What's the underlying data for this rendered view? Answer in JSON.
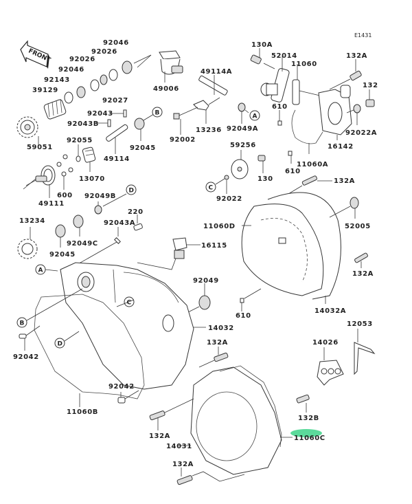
{
  "diagram": {
    "code": "E1431",
    "front_label": "FRONT",
    "highlight_color": "#3ed38a",
    "parts": {
      "p92046a": "92046",
      "p92026a": "92026",
      "p92026b": "92026",
      "p92046b": "92046",
      "p92143": "92143",
      "p39129": "39129",
      "p92027": "92027",
      "p49006": "49006",
      "p92043": "92043",
      "p92043B": "92043B",
      "p59051": "59051",
      "p92055": "92055",
      "p49114": "49114",
      "p92045a": "92045",
      "p13070": "13070",
      "p600": "600",
      "p49111": "49111",
      "p92049B": "92049B",
      "p220": "220",
      "p92043A": "92043A",
      "p13234": "13234",
      "p92049C": "92049C",
      "p92045b": "92045",
      "p49114A": "49114A",
      "p13236": "13236",
      "p92002": "92002",
      "p92049A": "92049A",
      "p130A": "130A",
      "p52014": "52014",
      "p11060": "11060",
      "p132A_top": "132A",
      "p132": "132",
      "p610a": "610",
      "p92022A": "92022A",
      "p16142": "16142",
      "p11060A": "11060A",
      "p610b": "610",
      "p59256": "59256",
      "p130": "130",
      "p92022": "92022",
      "p132A_b": "132A",
      "p11060D": "11060D",
      "p52005": "52005",
      "p16115": "16115",
      "p132A_c": "132A",
      "p92049": "92049",
      "p610c": "610",
      "p14032A": "14032A",
      "p14032": "14032",
      "p12053": "12053",
      "p14026": "14026",
      "p92042a": "92042",
      "p132A_d": "132A",
      "p92042b": "92042",
      "p11060B": "11060B",
      "p132B": "132B",
      "p132A_e": "132A",
      "p14031": "14031",
      "p11060C": "11060C",
      "p132A_f": "132A"
    },
    "refs": {
      "A1": "A",
      "A2": "A",
      "B1": "B",
      "B2": "B",
      "C1": "C",
      "C2": "C",
      "D1": "D",
      "D2": "D"
    }
  }
}
